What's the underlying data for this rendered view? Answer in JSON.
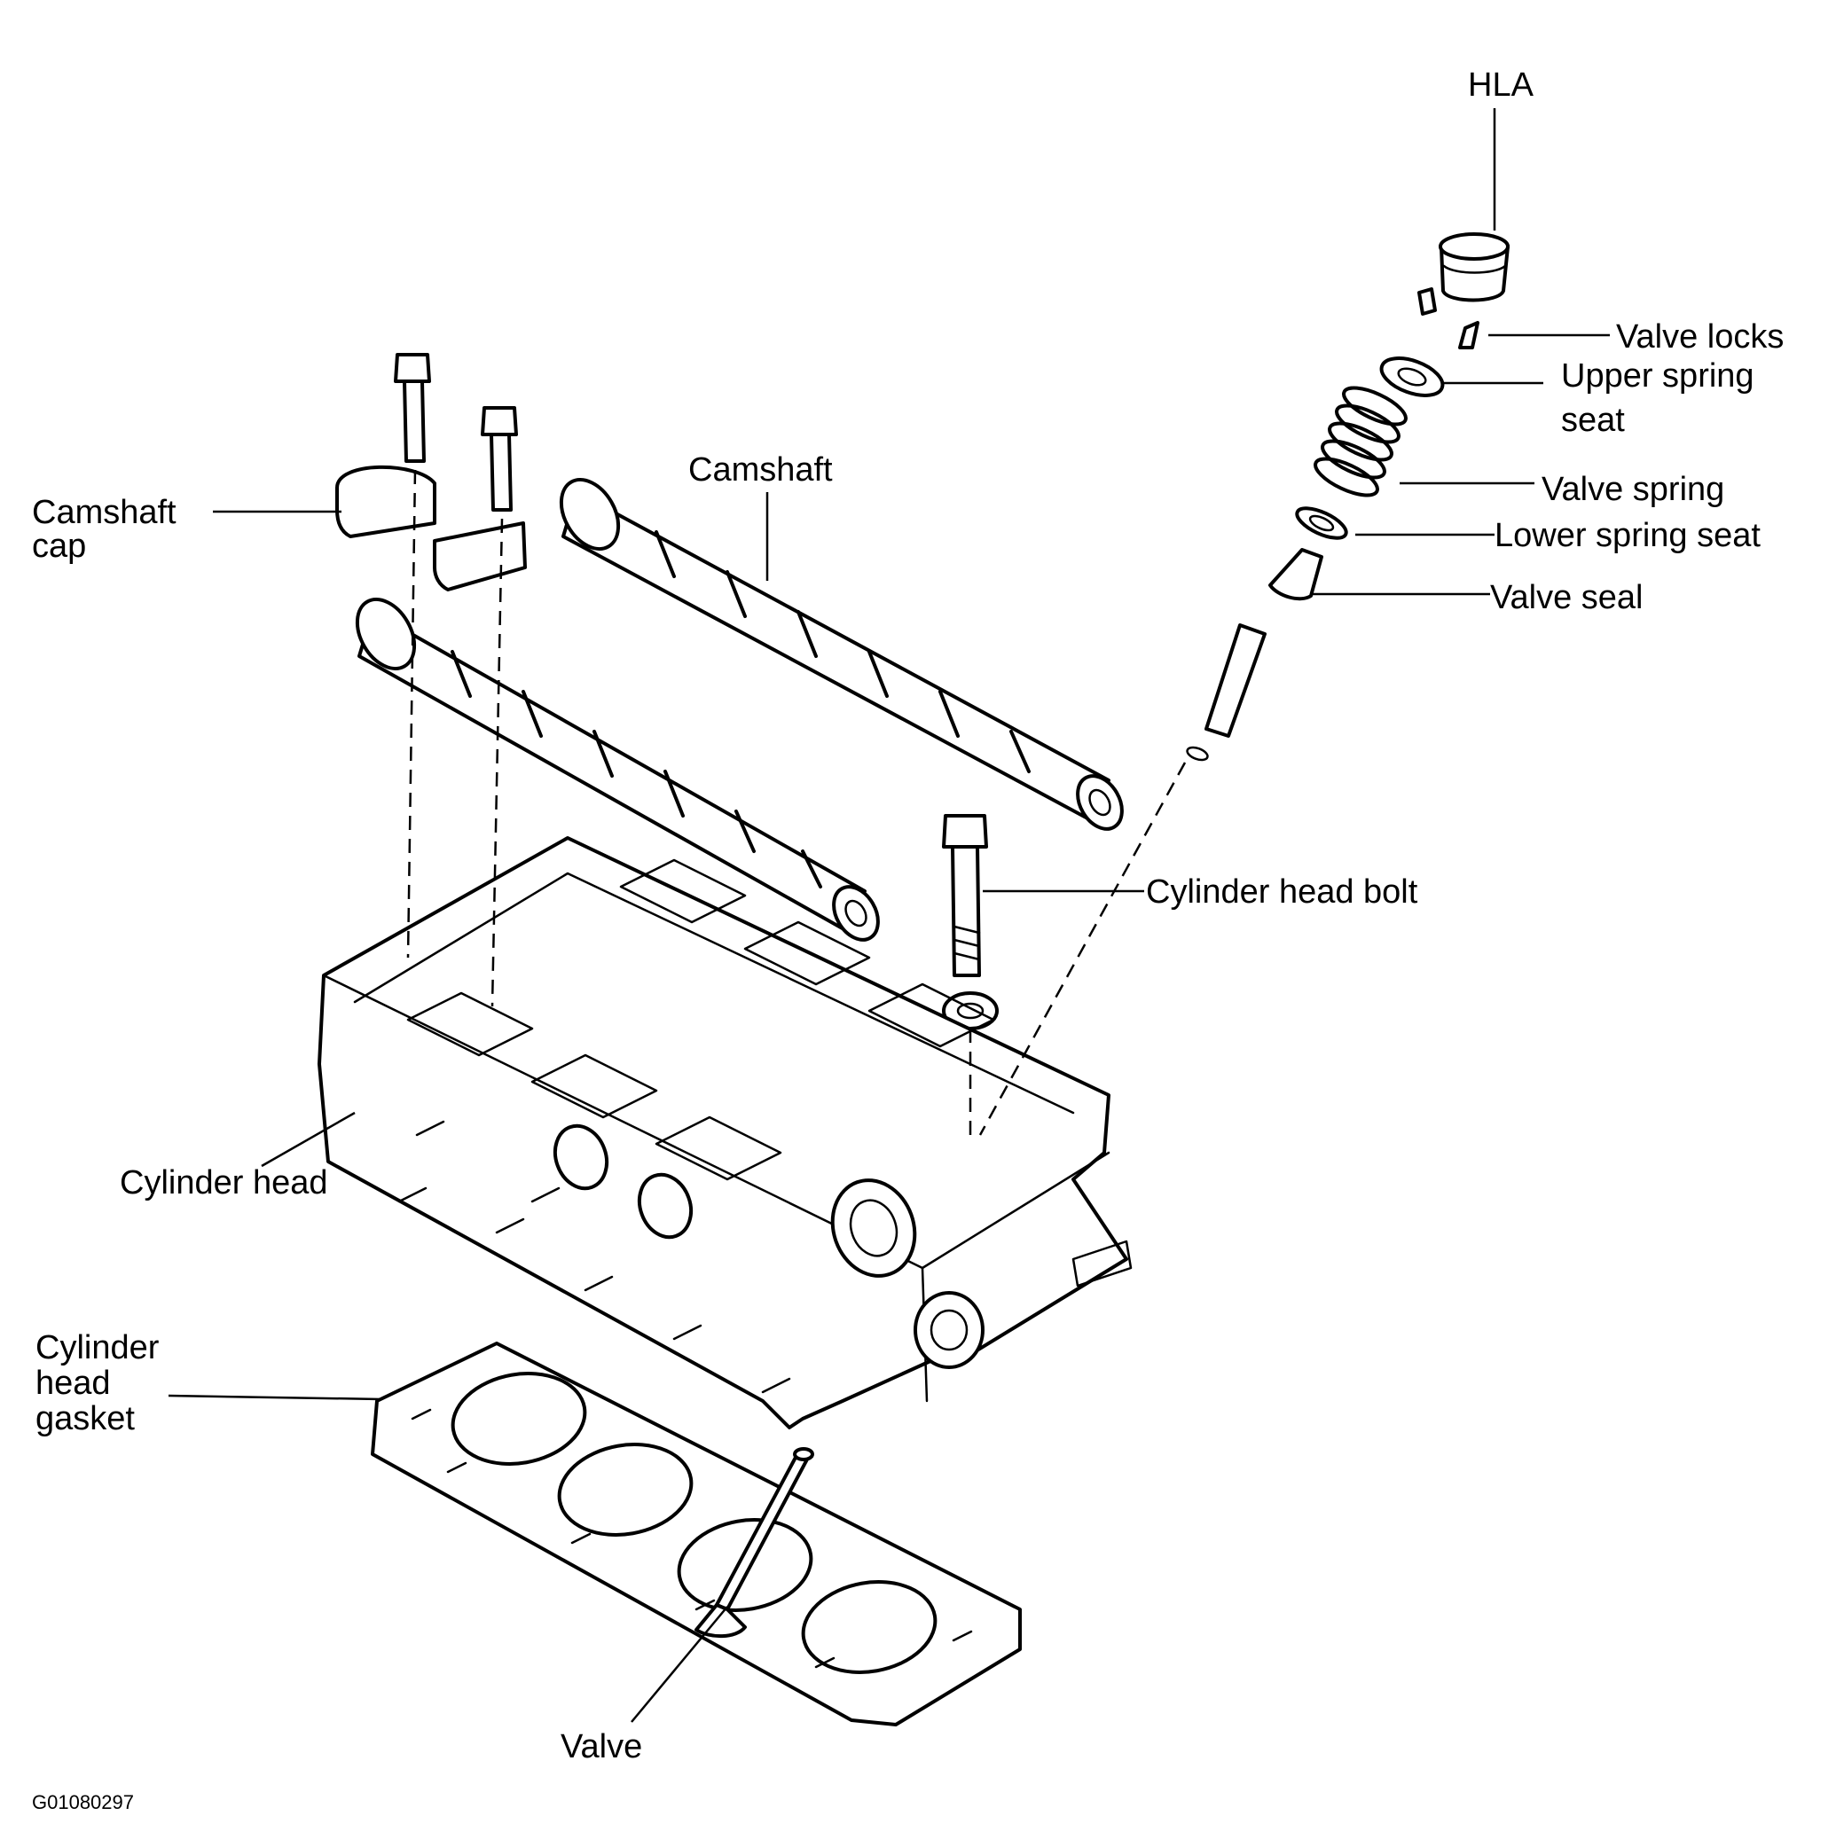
{
  "diagram": {
    "labels": {
      "hla": "HLA",
      "valve_locks": "Valve locks",
      "upper_spring_seat_line1": "Upper spring",
      "upper_spring_seat_line2": "seat",
      "valve_spring": "Valve spring",
      "lower_spring_seat": "Lower spring seat",
      "valve_seal": "Valve seal",
      "camshaft": "Camshaft",
      "camshaft_cap_line1": "Camshaft",
      "camshaft_cap_line2": "cap",
      "cylinder_head_bolt": "Cylinder head bolt",
      "cylinder_head": "Cylinder head",
      "cylinder_head_gasket_line1": "Cylinder",
      "cylinder_head_gasket_line2": "head",
      "cylinder_head_gasket_line3": "gasket",
      "valve": "Valve"
    },
    "figure_id": "G01080297"
  }
}
